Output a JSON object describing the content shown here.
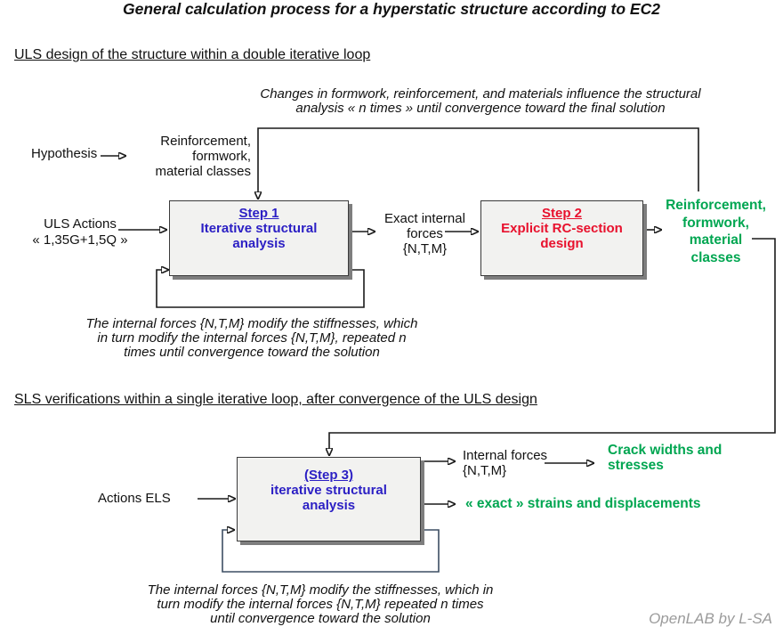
{
  "colors": {
    "accent_blue": "#2B1FC4",
    "accent_red": "#E8112D",
    "accent_green": "#00A651",
    "loop_slate": "#3D4E63"
  },
  "title": "General calculation process for a hyperstatic structure according to EC2",
  "uls": {
    "heading": "ULS design of the structure within a double iterative loop",
    "convergence_note": "Changes in formwork, reinforcement, and materials influence the structural\nanalysis « n times » until convergence toward the final solution",
    "hypothesis": "Hypothesis",
    "input_classes": "Reinforcement,\nformwork,\nmaterial classes",
    "actions": "ULS Actions\n« 1,35G+1,5Q »",
    "step1_title": "Step 1",
    "step1_body": "Iterative structural\nanalysis",
    "internal_forces": "Exact internal\nforces\n{N,T,M}",
    "step2_title": "Step 2",
    "step2_body": "Explicit RC-section\ndesign",
    "output_classes": "Reinforcement,\nformwork,\nmaterial\nclasses",
    "loop_note": "The internal forces {N,T,M} modify the stiffnesses, which\nin turn modify the internal forces {N,T,M}, repeated n\ntimes until convergence toward the solution"
  },
  "sls": {
    "heading": "SLS verifications within a single iterative loop, after convergence of the ULS design",
    "actions": "Actions ELS",
    "step3_title": "(Step 3)",
    "step3_body": "iterative structural\nanalysis",
    "internal_forces": "Internal forces\n{N,T,M}",
    "crack_widths": "Crack widths and\nstresses",
    "strains": "« exact » strains and displacements",
    "loop_note": "The internal forces {N,T,M} modify the stiffnesses, which in\nturn modify the internal forces {N,T,M} repeated n times\nuntil convergence toward the solution"
  },
  "watermark": "OpenLAB by L-SA"
}
